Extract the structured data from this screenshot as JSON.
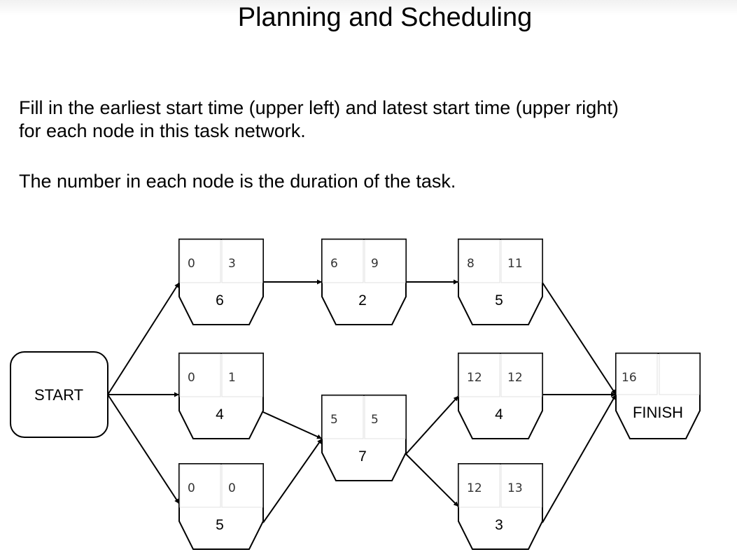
{
  "title": "Planning and Scheduling",
  "instructions": {
    "line1": "Fill in the earliest start time (upper left) and latest start time (upper right)",
    "line2": "for each node in this task network.",
    "line3": "The number in each node is the duration of the task."
  },
  "start_label": "START",
  "finish": {
    "label": "FINISH",
    "earliest": "16",
    "latest": ""
  },
  "nodes": [
    {
      "id": "a",
      "duration": "6",
      "earliest": "0",
      "latest": "3"
    },
    {
      "id": "b",
      "duration": "4",
      "earliest": "0",
      "latest": "1"
    },
    {
      "id": "c",
      "duration": "5",
      "earliest": "0",
      "latest": "0"
    },
    {
      "id": "d",
      "duration": "2",
      "earliest": "6",
      "latest": "9"
    },
    {
      "id": "e",
      "duration": "7",
      "earliest": "5",
      "latest": "5"
    },
    {
      "id": "f",
      "duration": "5",
      "earliest": "8",
      "latest": "11"
    },
    {
      "id": "g",
      "duration": "4",
      "earliest": "12",
      "latest": "12"
    },
    {
      "id": "h",
      "duration": "3",
      "earliest": "12",
      "latest": "13"
    }
  ],
  "edges": [
    [
      "start",
      "a"
    ],
    [
      "start",
      "b"
    ],
    [
      "start",
      "c"
    ],
    [
      "a",
      "d"
    ],
    [
      "b",
      "e"
    ],
    [
      "c",
      "e"
    ],
    [
      "d",
      "f"
    ],
    [
      "e",
      "g"
    ],
    [
      "e",
      "h"
    ],
    [
      "f",
      "finish"
    ],
    [
      "g",
      "finish"
    ],
    [
      "h",
      "finish"
    ]
  ]
}
